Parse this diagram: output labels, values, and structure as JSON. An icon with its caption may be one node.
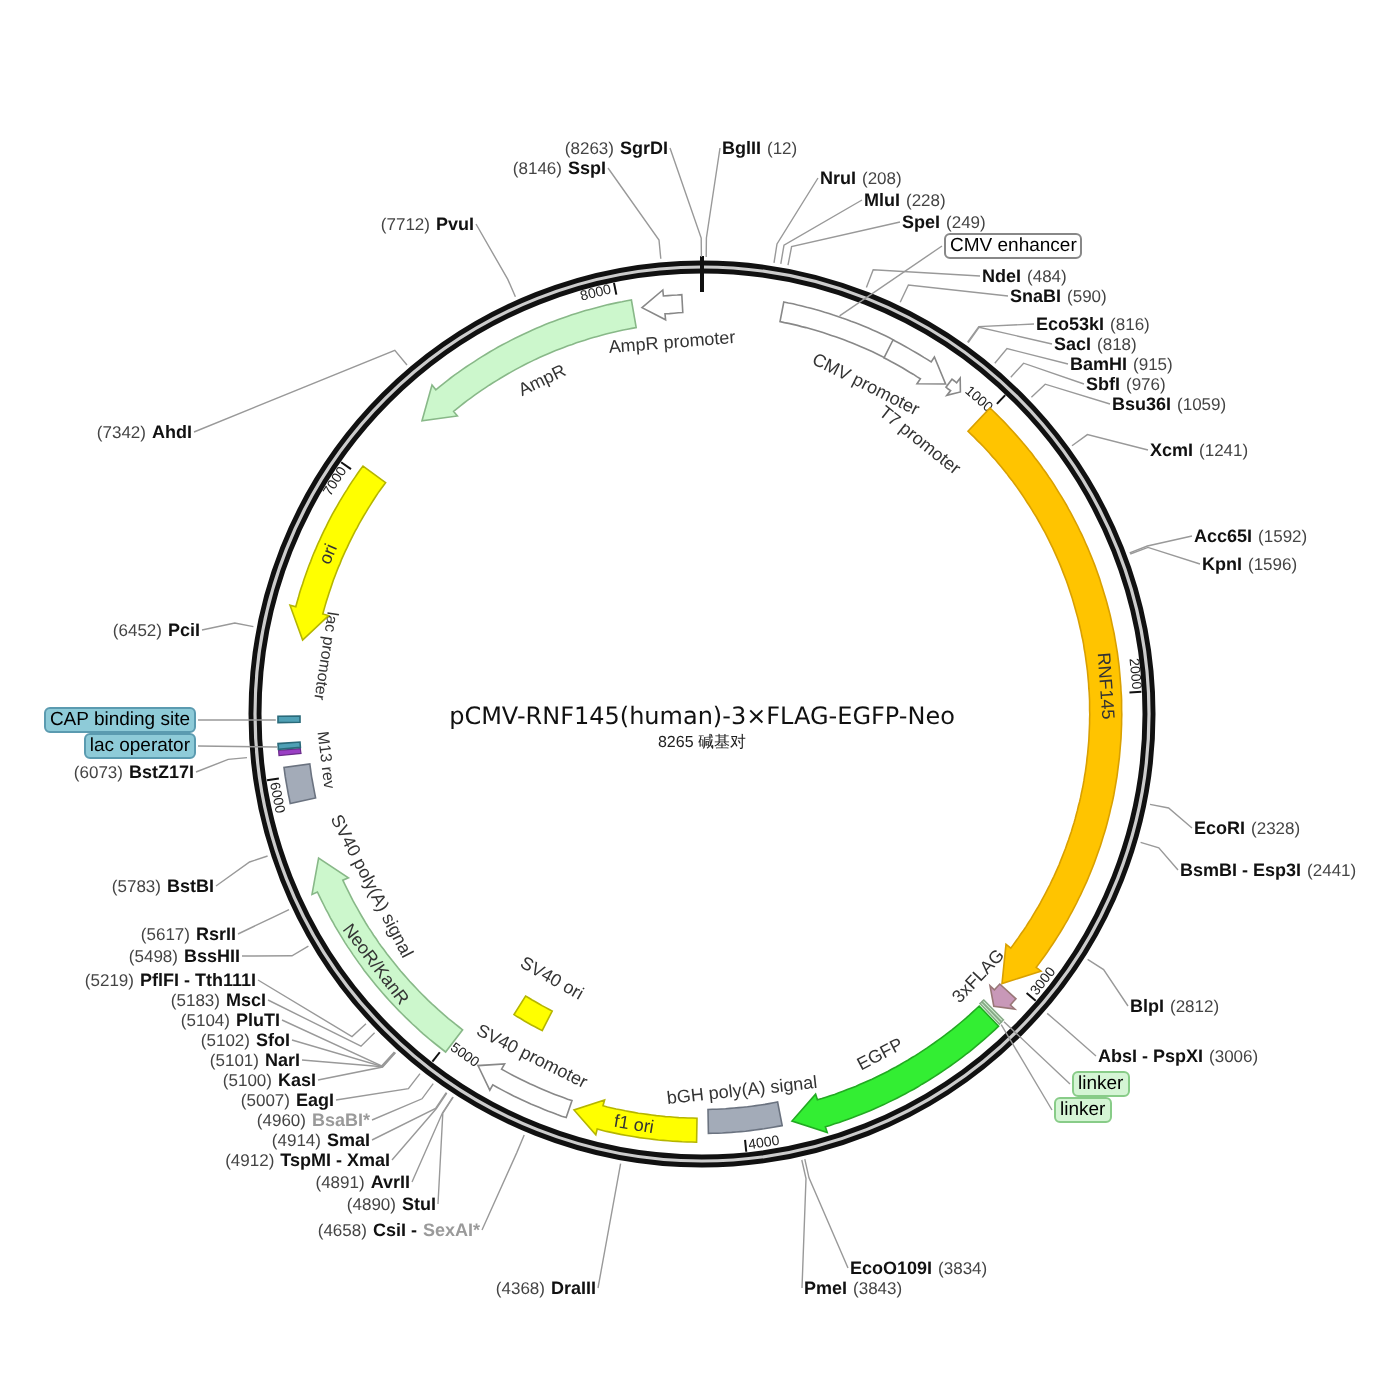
{
  "diagram": {
    "title": "pCMV-RNF145(human)-3×FLAG-EGFP-Neo",
    "nodes": [
      {
        "text": [
          "SgrDI"
        ],
        "beside": [
          "(8263)"
        ]
      },
      {
        "text": [
          "BglII"
        ],
        "beside": [
          "(12)"
        ]
      },
      {
        "text": [
          "NruI"
        ],
        "beside": [
          "(208)"
        ]
      },
      {
        "text": [
          "MluI"
        ],
        "beside": [
          "(228)"
        ]
      },
      {
        "text": [
          "SpeI"
        ],
        "beside": [
          "(249)"
        ]
      },
      {
        "text": [
          "CMV enhancer"
        ]
      },
      {
        "text": [
          "NdeI"
        ],
        "beside": [
          "(484)"
        ]
      },
      {
        "text": [
          "SnaBI"
        ],
        "beside": [
          "(590)"
        ]
      },
      {
        "text": [
          "Eco53kI"
        ],
        "beside": [
          "(816)"
        ]
      },
      {
        "text": [
          "SacI"
        ],
        "beside": [
          "(818)"
        ]
      },
      {
        "text": [
          "BamHI"
        ],
        "beside": [
          "(915)"
        ]
      },
      {
        "text": [
          "SbfI"
        ],
        "beside": [
          "(976)"
        ]
      },
      {
        "text": [
          "Bsu36I"
        ],
        "beside": [
          "(1059)"
        ]
      },
      {
        "text": [
          "XcmI"
        ],
        "beside": [
          "(1241)"
        ]
      },
      {
        "text": [
          "Acc65I"
        ],
        "beside": [
          "(1592)"
        ]
      },
      {
        "text": [
          "KpnI"
        ],
        "beside": [
          "(1596)"
        ]
      },
      {
        "text": [
          "EcoRI"
        ],
        "beside": [
          "(2328)"
        ]
      },
      {
        "text": [
          "BsmBI - Esp3I"
        ],
        "beside": [
          "(2441)"
        ]
      },
      {
        "text": [
          "BlpI"
        ],
        "beside": [
          "(2812)"
        ]
      },
      {
        "text": [
          "AbsI - PspXI"
        ],
        "beside": [
          "(3006)"
        ]
      },
      {
        "text": [
          "linker"
        ]
      },
      {
        "text": [
          "linker"
        ]
      },
      {
        "text": [
          "EcoO109I"
        ],
        "beside": [
          "(3834)"
        ]
      },
      {
        "text": [
          "PmeI"
        ],
        "beside": [
          "(3843)"
        ]
      },
      {
        "text": [
          "DraIII"
        ],
        "beside": [
          "(4368)"
        ]
      },
      {
        "text": [
          "CsiI -",
          "SexAI*"
        ],
        "beside": [
          "(4658)"
        ]
      },
      {
        "text": [
          "StuI"
        ],
        "beside": [
          "(4890)"
        ]
      },
      {
        "text": [
          "AvrII"
        ],
        "beside": [
          "(4891)"
        ]
      },
      {
        "text": [
          "TspMI - XmaI"
        ],
        "beside": [
          "(4912)"
        ]
      },
      {
        "text": [
          "SmaI"
        ],
        "beside": [
          "(4914)"
        ]
      },
      {
        "text": [
          "BsaBI*"
        ],
        "beside": [
          "(4960)"
        ]
      },
      {
        "text": [
          "EagI"
        ],
        "beside": [
          "(5007)"
        ]
      },
      {
        "text": [
          "KasI"
        ],
        "beside": [
          "(5100)"
        ]
      },
      {
        "text": [
          "NarI"
        ],
        "beside": [
          "(5101)"
        ]
      },
      {
        "text": [
          "SfoI"
        ],
        "beside": [
          "(5102)"
        ]
      },
      {
        "text": [
          "PluTI"
        ],
        "beside": [
          "(5104)"
        ]
      },
      {
        "text": [
          "MscI"
        ],
        "beside": [
          "(5183)"
        ]
      },
      {
        "text": [
          "PflFI - Tth111I"
        ],
        "beside": [
          "(5219)"
        ]
      },
      {
        "text": [
          "BssHII"
        ],
        "beside": [
          "(5498)"
        ]
      },
      {
        "text": [
          "RsrII"
        ],
        "beside": [
          "(5617)"
        ]
      },
      {
        "text": [
          "BstBI"
        ],
        "beside": [
          "(5783)"
        ]
      },
      {
        "text": [
          "BstZ17I"
        ],
        "beside": [
          "(6073)"
        ]
      },
      {
        "text": [
          "lac operator"
        ]
      },
      {
        "text": [
          "CAP binding site"
        ]
      },
      {
        "text": [
          "PciI"
        ],
        "beside": [
          "(6452)"
        ]
      },
      {
        "text": [
          "AhdI"
        ],
        "beside": [
          "(7342)"
        ]
      },
      {
        "text": [
          "PvuI"
        ],
        "beside": [
          "(7712)"
        ]
      },
      {
        "text": [
          "SspI"
        ],
        "beside": [
          "(8146)"
        ]
      },
      {
        "text": [
          "AmpR promoter"
        ]
      },
      {
        "text": [
          "AmpR"
        ]
      },
      {
        "text": [],
        "shape": "box"
      },
      {
        "text": [
          "CMV promoter"
        ]
      },
      {
        "text": [
          "T7 promoter"
        ]
      },
      {
        "text": [
          "RNF145"
        ]
      },
      {
        "text": [
          "3xFLAG"
        ]
      },
      {
        "text": [
          "EGFP"
        ]
      },
      {
        "text": [
          "bGH poly(A) signal"
        ]
      },
      {
        "text": [
          "f1 ori"
        ]
      },
      {
        "text": [
          "SV40 promoter"
        ]
      },
      {
        "text": [
          "SV40 ori"
        ]
      },
      {
        "text": [
          "NeoR/KanR"
        ]
      },
      {
        "text": [],
        "shape": "box"
      },
      {
        "text": [],
        "shape": "box"
      },
      {
        "text": [],
        "shape": "box"
      },
      {
        "text": [
          "ori"
        ]
      },
      {
        "text": [],
        "shape": "box"
      },
      {
        "text": [],
        "shape": "box"
      }
    ],
    "edges": [
      {
        "from": 0,
        "to": null,
        "arrow": "none"
      },
      {
        "from": 1,
        "to": null,
        "arrow": "none"
      },
      {
        "from": 2,
        "to": null,
        "arrow": "none"
      },
      {
        "from": 3,
        "to": null,
        "arrow": "none"
      },
      {
        "from": 4,
        "to": null,
        "arrow": "none"
      },
      {
        "from": 5,
        "to": 50,
        "arrow": "none"
      },
      {
        "from": 6,
        "to": null,
        "arrow": "none"
      },
      {
        "from": 7,
        "to": null,
        "arrow": "none"
      },
      {
        "from": 8,
        "to": null,
        "arrow": "none"
      },
      {
        "from": 9,
        "to": null,
        "arrow": "none"
      },
      {
        "from": 10,
        "to": null,
        "arrow": "none"
      },
      {
        "from": 11,
        "to": null,
        "arrow": "none"
      },
      {
        "from": 12,
        "to": null,
        "arrow": "none"
      },
      {
        "from": 13,
        "to": null,
        "arrow": "none"
      },
      {
        "from": 14,
        "to": null,
        "arrow": "none"
      },
      {
        "from": 15,
        "to": null,
        "arrow": "none"
      },
      {
        "from": 16,
        "to": null,
        "arrow": "none"
      },
      {
        "from": 17,
        "to": null,
        "arrow": "none"
      },
      {
        "from": 18,
        "to": null,
        "arrow": "none"
      },
      {
        "from": 19,
        "to": null,
        "arrow": "none"
      },
      {
        "from": 20,
        "to": 65,
        "arrow": "none"
      },
      {
        "from": 21,
        "to": 66,
        "arrow": "none"
      },
      {
        "from": 22,
        "to": null,
        "arrow": "none"
      },
      {
        "from": 23,
        "to": null,
        "arrow": "none"
      },
      {
        "from": 24,
        "to": null,
        "arrow": "none"
      },
      {
        "from": 25,
        "to": null,
        "arrow": "none"
      },
      {
        "from": 26,
        "to": null,
        "arrow": "none"
      },
      {
        "from": 27,
        "to": null,
        "arrow": "none"
      },
      {
        "from": 28,
        "to": null,
        "arrow": "none"
      },
      {
        "from": 29,
        "to": null,
        "arrow": "none"
      },
      {
        "from": 30,
        "to": null,
        "arrow": "none"
      },
      {
        "from": 31,
        "to": null,
        "arrow": "none"
      },
      {
        "from": 32,
        "to": null,
        "arrow": "none"
      },
      {
        "from": 33,
        "to": null,
        "arrow": "none"
      },
      {
        "from": 34,
        "to": null,
        "arrow": "none"
      },
      {
        "from": 35,
        "to": null,
        "arrow": "none"
      },
      {
        "from": 36,
        "to": null,
        "arrow": "none"
      },
      {
        "from": 37,
        "to": null,
        "arrow": "none"
      },
      {
        "from": 38,
        "to": null,
        "arrow": "none"
      },
      {
        "from": 39,
        "to": null,
        "arrow": "none"
      },
      {
        "from": 40,
        "to": null,
        "arrow": "none"
      },
      {
        "from": 41,
        "to": null,
        "arrow": "none"
      },
      {
        "from": 42,
        "to": 63,
        "arrow": "none"
      },
      {
        "from": 43,
        "to": 62,
        "arrow": "none"
      },
      {
        "from": 44,
        "to": null,
        "arrow": "none"
      },
      {
        "from": 45,
        "to": null,
        "arrow": "none"
      },
      {
        "from": 46,
        "to": null,
        "arrow": "none"
      },
      {
        "from": 47,
        "to": null,
        "arrow": "none"
      }
    ],
    "labels": [
      "8265 碱基对",
      "1000",
      "2000",
      "3000",
      "4000",
      "5000",
      "6000",
      "7000",
      "8000",
      "lac promoter",
      "M13 rev",
      "SV40 poly(A) signal"
    ]
  }
}
